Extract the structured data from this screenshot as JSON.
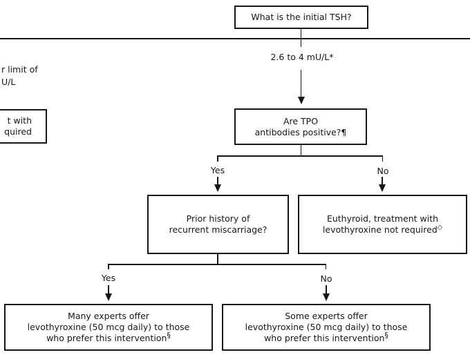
{
  "palette": {
    "ink": "#161616",
    "bg": "#ffffff"
  },
  "flowchart": {
    "root_question": "What is the initial TSH?",
    "branch_tsh_label": "2.6 to 4 mU/L*",
    "offscreen_left": {
      "branch_label_line1": "r limit of",
      "branch_label_line2": "U/L",
      "box_line1": "t with",
      "box_line2": "quired"
    },
    "tpo_question": {
      "line1": "Are TPO",
      "line2": "antibodies positive?¶"
    },
    "tpo_branch": {
      "yes": "Yes",
      "no": "No"
    },
    "miscarriage_question": {
      "line1": "Prior history of",
      "line2": "recurrent miscarriage?"
    },
    "euthyroid_outcome": {
      "line1": "Euthyroid, treatment with",
      "line2": "levothyroxine not required",
      "symbol": "◇"
    },
    "miscarriage_branch": {
      "yes": "Yes",
      "no": "No"
    },
    "many_experts_outcome": {
      "line1": "Many experts offer",
      "line2": "levothyroxine (50 mcg daily) to those",
      "line3": "who prefer this intervention",
      "symbol": "§"
    },
    "some_experts_outcome": {
      "line1": "Some experts offer",
      "line2": "levothyroxine (50 mcg daily) to those",
      "line3": "who prefer this intervention",
      "symbol": "§"
    }
  }
}
